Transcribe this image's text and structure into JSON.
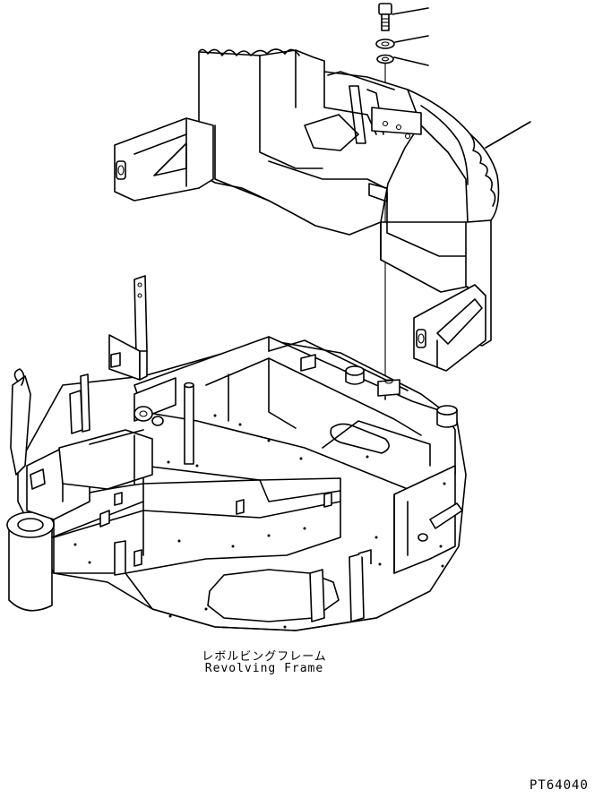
{
  "title_japanese": "レボルビングフレーム",
  "title_english": "Revolving Frame",
  "drawing_code": "PT64040",
  "leaders": [
    {
      "part": "bolt"
    },
    {
      "part": "spring-washer"
    },
    {
      "part": "flat-washer"
    },
    {
      "part": "counterweight"
    }
  ]
}
